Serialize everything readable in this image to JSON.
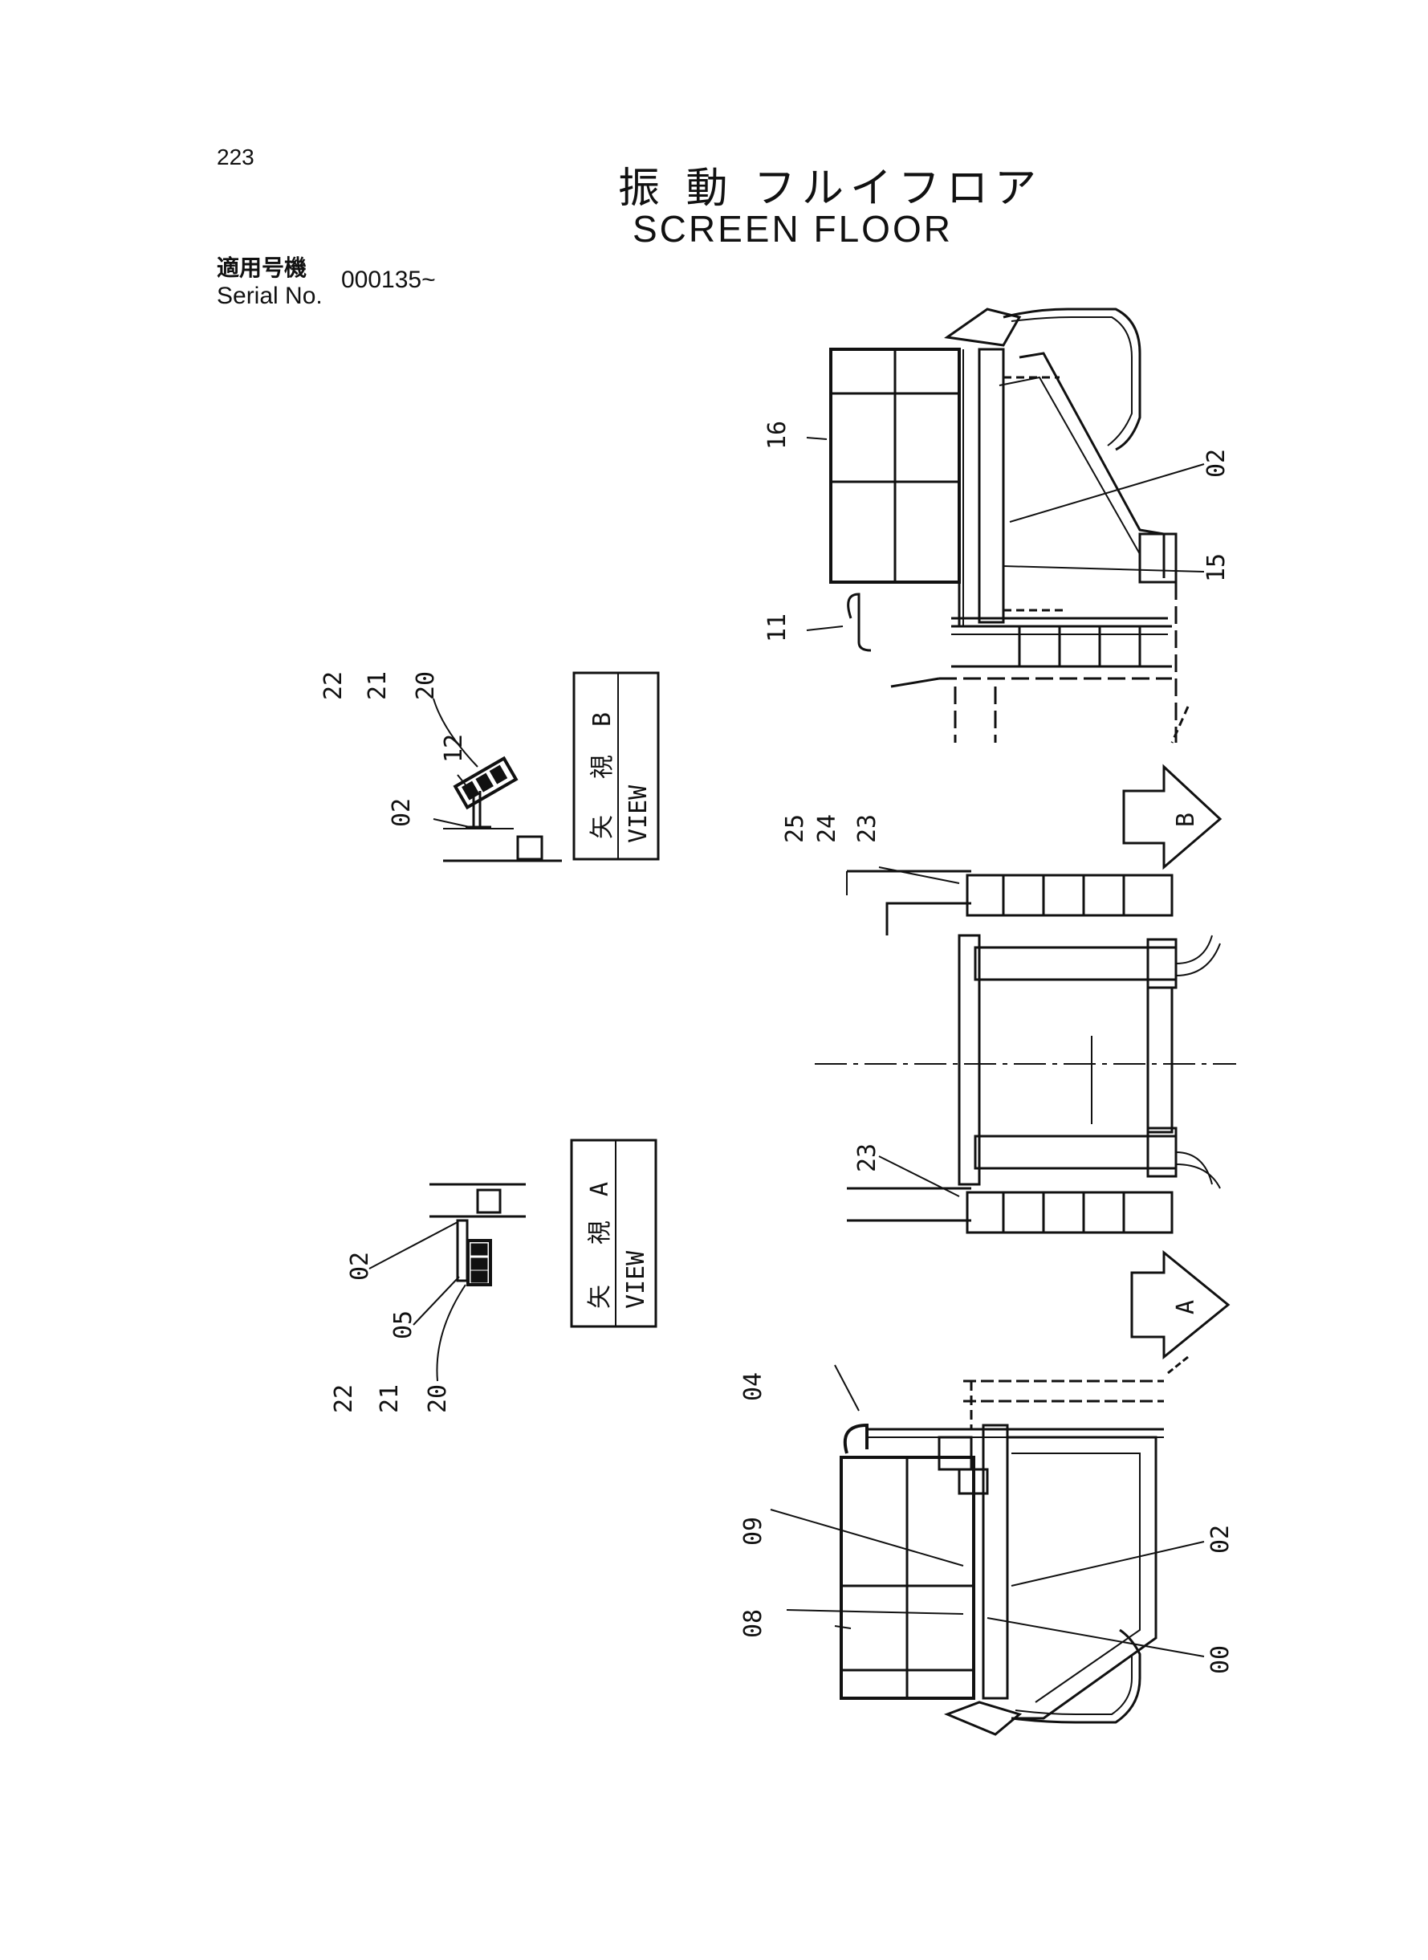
{
  "header": {
    "page_number": "223",
    "title_jp": "振 動 フルイフロア",
    "title_en": "SCREEN  FLOOR",
    "serial_label_jp": "適用号機",
    "serial_label_en": "Serial No.",
    "serial_value": "000135~"
  },
  "views": {
    "view_b": {
      "kanji_1": "矢",
      "kanji_2": "視",
      "letter": "B",
      "word": "VIEW"
    },
    "view_a": {
      "kanji_1": "矢",
      "kanji_2": "視",
      "letter": "A",
      "word": "VIEW"
    }
  },
  "arrows": {
    "a": "A",
    "b": "B"
  },
  "callouts": {
    "vb_22": "22",
    "vb_21": "21",
    "vb_20": "20",
    "vb_12": "12",
    "vb_02": "02",
    "va_02": "02",
    "va_05": "05",
    "va_22": "22",
    "va_21": "21",
    "va_20": "20",
    "top_16": "16",
    "top_11": "11",
    "top_02": "02",
    "top_15": "15",
    "mid_25": "25",
    "mid_24": "24",
    "mid_23a": "23",
    "mid_23b": "23",
    "bot_04": "04",
    "bot_09": "09",
    "bot_08": "08",
    "bot_02": "02",
    "bot_00": "00"
  }
}
